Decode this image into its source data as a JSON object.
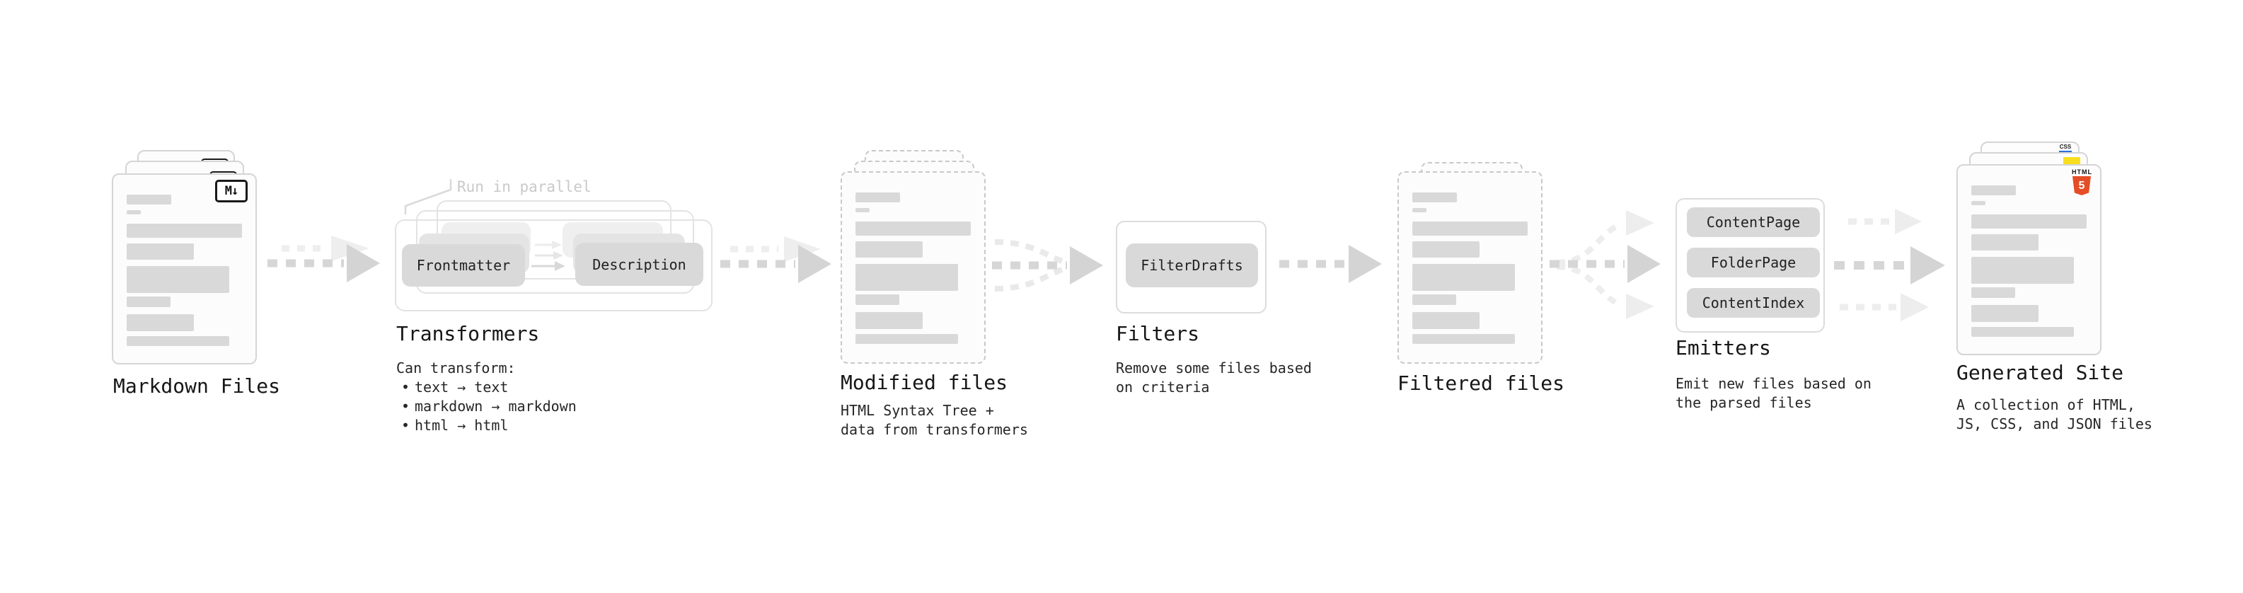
{
  "diagram": {
    "annotation_run_in_parallel": "Run in parallel",
    "bullet_char": "•",
    "badges": {
      "markdown": "M↓",
      "html": {
        "label": "HTML",
        "numeral": "5"
      },
      "css": "CSS"
    },
    "colors": {
      "html5_orange": "#e44d26",
      "js_yellow": "#f7df1e",
      "css_blue": "#2b6fe3",
      "arrow_main": "#d6d6d6",
      "arrow_light": "#ededed",
      "skeleton_bar": "#d9d9d9"
    },
    "stages": {
      "markdown_files": {
        "label": "Markdown Files"
      },
      "transformers": {
        "label": "Transformers",
        "boxes": {
          "frontmatter": "Frontmatter",
          "description": "Description"
        },
        "description_intro": "Can transform:",
        "bullets": [
          "text → text",
          "markdown → markdown",
          "html → html"
        ]
      },
      "modified_files": {
        "label": "Modified files",
        "description_lines": [
          "HTML Syntax Tree +",
          "data from transformers"
        ]
      },
      "filters": {
        "label": "Filters",
        "boxes": {
          "filter_drafts": "FilterDrafts"
        },
        "description_lines": [
          "Remove some files based",
          "on criteria"
        ]
      },
      "filtered_files": {
        "label": "Filtered files"
      },
      "emitters": {
        "label": "Emitters",
        "boxes": {
          "content_page": "ContentPage",
          "folder_page": "FolderPage",
          "content_index": "ContentIndex"
        },
        "description_lines": [
          "Emit new files based on",
          "the parsed files"
        ]
      },
      "generated_site": {
        "label": "Generated Site",
        "description_lines": [
          "A collection of HTML,",
          "JS, CSS, and JSON files"
        ]
      }
    }
  }
}
